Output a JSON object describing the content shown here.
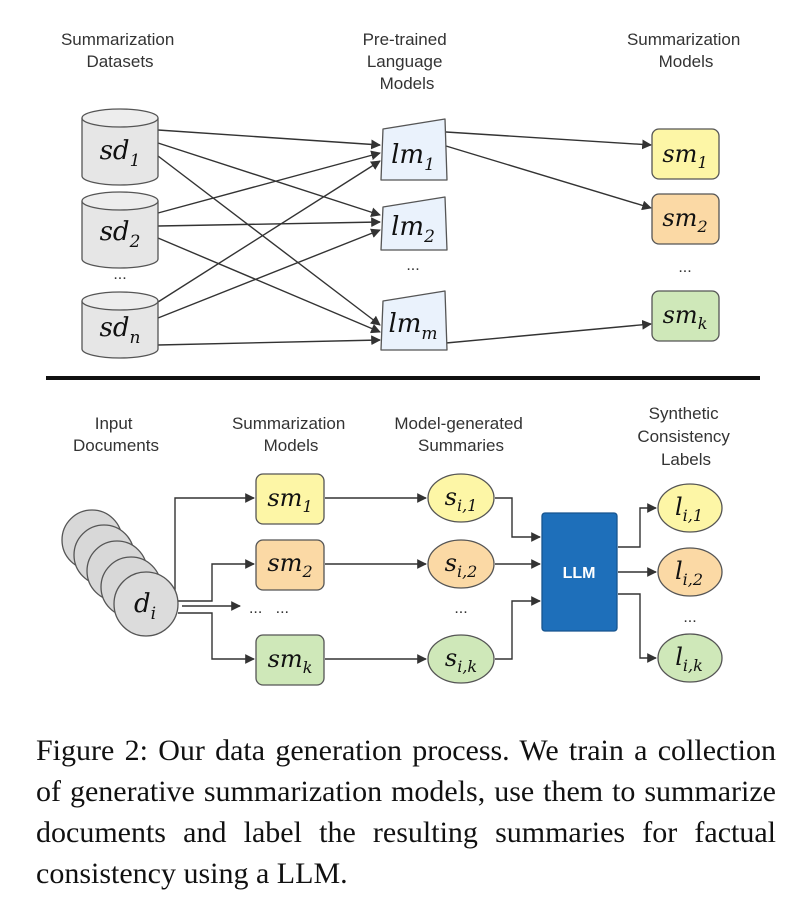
{
  "top": {
    "headers": {
      "datasets": [
        "Summarization",
        "Datasets"
      ],
      "lms": [
        "Pre-trained",
        "Language",
        "Models"
      ],
      "sms": [
        "Summarization",
        "Models"
      ]
    },
    "datasets": [
      {
        "base": "sd",
        "sub": "1"
      },
      {
        "base": "sd",
        "sub": "2"
      },
      {
        "base": "sd",
        "sub": "n"
      }
    ],
    "lms": [
      {
        "base": "lm",
        "sub": "1"
      },
      {
        "base": "lm",
        "sub": "2"
      },
      {
        "base": "lm",
        "sub": "m"
      }
    ],
    "sms": [
      {
        "base": "sm",
        "sub": "1"
      },
      {
        "base": "sm",
        "sub": "2"
      },
      {
        "base": "sm",
        "sub": "k"
      }
    ],
    "ellipsis": "..."
  },
  "bottom": {
    "headers": {
      "inputs": [
        "Input",
        "Documents"
      ],
      "sms": [
        "Summarization",
        "Models"
      ],
      "summaries": [
        "Model-generated",
        "Summaries"
      ],
      "labels": [
        "Synthetic",
        "Consistency",
        "Labels"
      ]
    },
    "doc": {
      "base": "d",
      "sub": "i"
    },
    "sms": [
      {
        "base": "sm",
        "sub": "1"
      },
      {
        "base": "sm",
        "sub": "2"
      },
      {
        "base": "sm",
        "sub": "k"
      }
    ],
    "summaries": [
      {
        "base": "s",
        "sub": "i,1"
      },
      {
        "base": "s",
        "sub": "i,2"
      },
      {
        "base": "s",
        "sub": "i,k"
      }
    ],
    "llm": "LLM",
    "labels": [
      {
        "base": "l",
        "sub": "i,1"
      },
      {
        "base": "l",
        "sub": "i,2"
      },
      {
        "base": "l",
        "sub": "i,k"
      }
    ],
    "ellipsis": "...",
    "doc_ellipsis": "...   ..."
  },
  "colors": {
    "yellow": "#fdf6a6",
    "orange": "#fbd9a5",
    "green": "#cfe8b9",
    "lm_fill": "#eaf2fc",
    "gray": "#e6e6e6",
    "llm_blue": "#1e6fba"
  },
  "caption": "Figure 2: Our data generation process. We train a col­lection of generative summarization models, use them to summarize documents and label the resulting sum­maries for factual consistency using a LLM."
}
